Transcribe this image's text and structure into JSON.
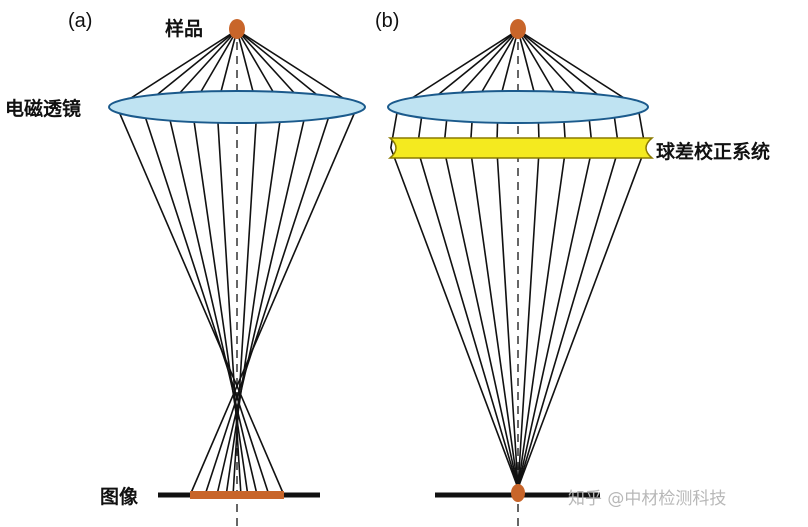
{
  "panels": [
    {
      "id": "a",
      "label": "(a)"
    },
    {
      "id": "b",
      "label": "(b)"
    }
  ],
  "labels": {
    "sample": "样品",
    "lens": "电磁透镜",
    "image": "图像",
    "corrector": "球差校正系统"
  },
  "watermark": "知乎 @中材检测科技",
  "colors": {
    "lens_fill": "#bfe3f2",
    "lens_stroke": "#1b5a8c",
    "corrector_fill": "#f4ea1f",
    "sample": "#c8652a",
    "image_bar": "#c8652a",
    "rays": "#111111",
    "axis": "#333333"
  }
}
